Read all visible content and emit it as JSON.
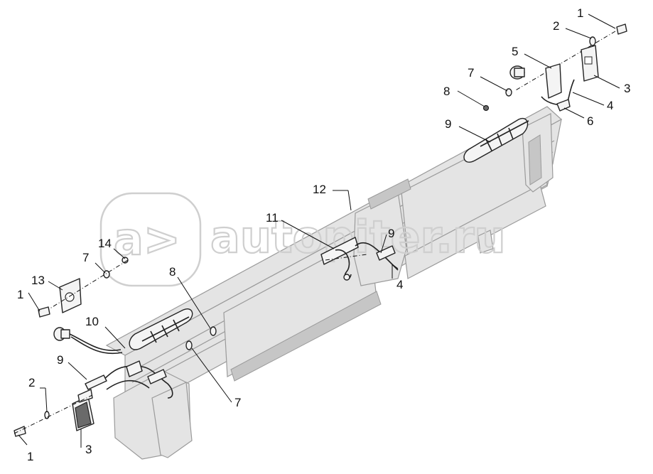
{
  "watermark": {
    "logo_glyph": "a>",
    "text": "autopiter.ru"
  },
  "callouts": [
    {
      "id": "c1-top",
      "label": "1"
    },
    {
      "id": "c2-top",
      "label": "2"
    },
    {
      "id": "c3-top",
      "label": "3"
    },
    {
      "id": "c4-top",
      "label": "4"
    },
    {
      "id": "c5",
      "label": "5"
    },
    {
      "id": "c6",
      "label": "6"
    },
    {
      "id": "c7-top",
      "label": "7"
    },
    {
      "id": "c8-top",
      "label": "8"
    },
    {
      "id": "c9-top",
      "label": "9"
    },
    {
      "id": "c12",
      "label": "12"
    },
    {
      "id": "c11",
      "label": "11"
    },
    {
      "id": "c9-mid",
      "label": "9"
    },
    {
      "id": "c4-mid",
      "label": "4"
    },
    {
      "id": "c14",
      "label": "14"
    },
    {
      "id": "c7-left",
      "label": "7"
    },
    {
      "id": "c13",
      "label": "13"
    },
    {
      "id": "c1-left",
      "label": "1"
    },
    {
      "id": "c8-mid",
      "label": "8"
    },
    {
      "id": "c10",
      "label": "10"
    },
    {
      "id": "c9-left",
      "label": "9"
    },
    {
      "id": "c2-bottom",
      "label": "2"
    },
    {
      "id": "c7-bottom",
      "label": "7"
    },
    {
      "id": "c3-bottom",
      "label": "3"
    },
    {
      "id": "c1-bottom",
      "label": "1"
    }
  ]
}
